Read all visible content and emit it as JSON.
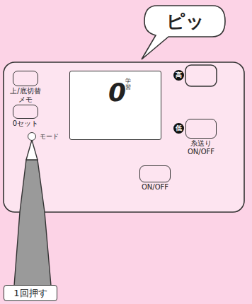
{
  "diagram": {
    "nodes": [
      {
        "text": [
          "ピッ"
        ]
      },
      {
        "text": [
          "0",
          "学習"
        ]
      },
      {
        "text": [
          "上/底切替 メモ"
        ]
      },
      {
        "text": [
          "高"
        ]
      },
      {
        "text": [
          "0セット"
        ]
      },
      {
        "text": [
          "モード"
        ]
      },
      {
        "text": [
          "低"
        ]
      },
      {
        "text": [
          "糸送り ON/OFF"
        ]
      },
      {
        "text": [
          "ON/OFF"
        ]
      },
      {
        "text": [
          "1回押す"
        ]
      }
    ]
  }
}
